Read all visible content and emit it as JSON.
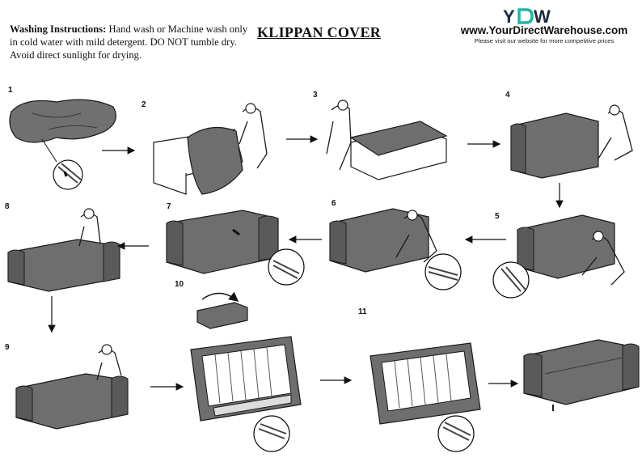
{
  "header": {
    "washing_label": "Washing Instructions:",
    "washing_text": " Hand wash or Machine wash only in cold water with mild detergent. DO NOT tumble dry. Avoid direct sunlight for drying.",
    "title": "KLIPPAN COVER",
    "logo_text": "YDW",
    "website": "www.YourDirectWarehouse.com",
    "tagline": "Please visit our website for more competitive prices"
  },
  "steps": [
    {
      "number": "1"
    },
    {
      "number": "2"
    },
    {
      "number": "3"
    },
    {
      "number": "4"
    },
    {
      "number": "5"
    },
    {
      "number": "6"
    },
    {
      "number": "7"
    },
    {
      "number": "8"
    },
    {
      "number": "9"
    },
    {
      "number": "10"
    },
    {
      "number": "11"
    }
  ],
  "colors": {
    "cover_grey": "#6e6e6e",
    "cover_light": "#8a8a8a",
    "line": "#1a1a1a",
    "logo_teal": "#1fb5a6",
    "logo_dark": "#1e2a3a"
  }
}
